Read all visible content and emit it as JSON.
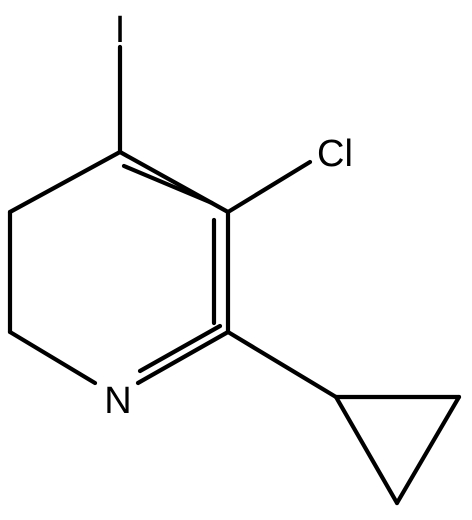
{
  "molecule": {
    "atoms": {
      "iodine": "I",
      "chlorine": "Cl",
      "nitrogen": "N"
    }
  },
  "colors": {
    "bond": "#000000",
    "text": "#000000",
    "background": "#ffffff"
  }
}
